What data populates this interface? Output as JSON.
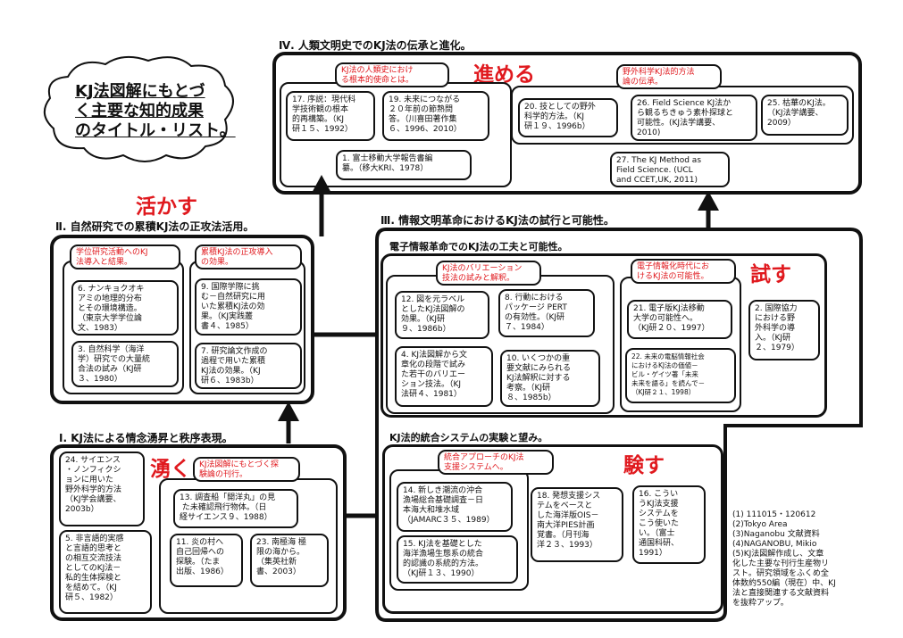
{
  "title": {
    "lines": [
      "KJ法図解にもとづ",
      "く主要な知的成果",
      "のタイトル・リスト。"
    ]
  },
  "sections": {
    "iv": {
      "title": "Ⅳ. 人類文明史でのKJ法の伝承と進化。",
      "word": "進める",
      "group_left": "KJ法の人類史におけ\nる根本的使命とは。",
      "group_right": "野外科学KJ法的方法\n論の伝承。",
      "items": {
        "i17": "17. 序説：現代科\n学技術観の根本\n的再構築。（KJ\n研１５、1992）",
        "i19": "19. 未来につながる\n２０年前の節熟問\n答。（川喜田著作集\n６、1996、2010）",
        "i1": "1. 富士移動大学報告書編\n纂。（移大KRI、1978）",
        "i20": "20. 技としての野外\n科学的方法。（KJ\n研１９、1996b）",
        "i26": "26. Field Science KJ法か\nら観るちきゅう素朴探球と\n可能性。(KJ法学講要、\n2010)",
        "i25": "25. 枯華のKJ法。\n（KJ法学講要、\n2009）",
        "i27": "27. The KJ Method as\nField Science. (UCL\nand CCET,UK, 2011)"
      }
    },
    "ii": {
      "title": "Ⅱ. 自然研究での累積KJ法の正攻法活用。",
      "word": "活かす",
      "group_left": "学位研究活動へのKJ\n法導入と結果。",
      "group_right": "累積KJ法の正攻導入\nの効果。",
      "items": {
        "i6": "6. ナンキョクオキ\nアミの地理的分布\nとその環境構造。\n（東京大学学位論\n文、1983）",
        "i3": "3. 自然科学（海洋\n学）研究での大量統\n合法の試み（KJ研\n３、1980）",
        "i9": "9. 国際学際に挑\nむ－自然研究に用\nいた累積KJ法の効\n果。（KJ実践叢\n書４、1985）",
        "i7": "7. 研究論文作成の\n過程で用いた累積\nKJ法の効果。（KJ\n研６、1983b）"
      }
    },
    "iii": {
      "title": "Ⅲ. 情報文明革命におけるKJ法の試行と可能性。",
      "sub_title": "電子情報革命でのKJ法の工夫と可能性。",
      "word": "試す",
      "group_left": "KJ法のバリエーション\n技法の試みと解釈。",
      "group_right": "電子情報化時代にお\nけるKJ法の可能性。",
      "items": {
        "i12": "12. 図を元ラベル\nとしたKJ法図解の\n効果。（KJ研\n９、1986b）",
        "i8": "8. 行動における\nパッケージ PERT\nの有効性。（KJ研\n７、1984）",
        "i4": "4. KJ法図解から文\n章化の段階で試み\nた若干のバリエー\nション技法。（KJ\n法研４、1981）",
        "i10": "10. いくつかの重\n要文献にみられる\nKJ法解釈に対する\n考察。（KJ研\n８、1985b）",
        "i21": "21. 電子版KJ法移動\n大学の可能性へ。\n（KJ研２０、1997）",
        "i22": "22. 未来の電脳情報社会\nにおけるKJ法の価値－\nビル・ゲイツ著「未来\n未来を語る」を読んで－\n（KJ研２１、1998）",
        "i2": "2. 国際協力\nにおける野\n外科学の導\n入。（KJ研\n２、1979）"
      }
    },
    "iii_b": {
      "title": "KJ法的統合システムの実験と望み。",
      "word": "験す",
      "group": "統合アプローチのKJ法\n支援システムへ。",
      "items": {
        "i14": "14. 新しき潮流の沖合\n漁場総合基礎調査－日\n本海大和堆水域\n（JAMARC３５、1989）",
        "i15": "15. KJ法を基礎とした\n海洋漁場生態系の統合\n的認識の系統的方法。\n（KJ研１３、1990）",
        "i18": "18. 発想支援シス\nテムをベースと\nした海洋版OIS－\n南大洋PIES計画\n覚書。（月刊海\n洋２３、1993）",
        "i16": "16. こうい\nうKJ法支援\nシステムを\nこう使いた\nい。（富士\n通国科研、\n1991）"
      }
    },
    "i": {
      "title": "Ⅰ. KJ法による情念湧昇と秩序表現。",
      "word": "湧く",
      "group": "KJ法図解にもとづく探\n験論の刊行。",
      "items": {
        "i24": "24. サイエンス\n・ノンフィクシ\nョンに用いた\n野外科学的方法\n（KJ学会講要、\n2003b）",
        "i5": "5. 非言語的実感\nと言語的思考と\nの相互交流技法\nとしてのKJ法－\n私的生体探検と\nを結めて。（KJ\n研５、1982）",
        "i13": "13. 調査船「開洋丸」の見\n た未確認飛行物体。（日\n経サイエンス９、1988）",
        "i11": "11. 炎の村へ\n自己回帰への\n探験。（たま\n出版、1986）",
        "i23": "23. 南極海 極\n限の海から。\n（集英社新\n書、2003）"
      }
    }
  },
  "notes": [
    "(1) 111015・120612",
    "(2)Tokyo Area",
    "(3)Naganobu 文献資料",
    "(4)NAGANOBU, Mikio",
    "(5)KJ法図解作成し、文章",
    "化した主要な刊行生産物リ",
    "スト。研究領域をふくめ全",
    "体数約550編（現在）中、KJ",
    "法と直接関連する文献資料",
    "を抜粋アップ。"
  ]
}
